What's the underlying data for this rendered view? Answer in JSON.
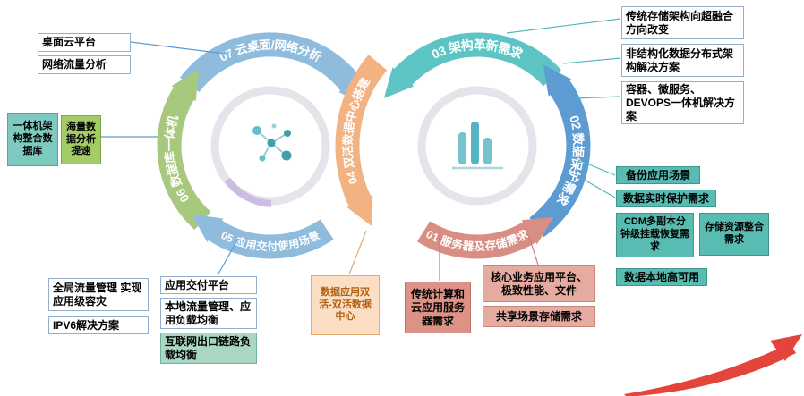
{
  "arcs": {
    "a01": {
      "label": "01 服务器及存储需求",
      "color": "#D98E83"
    },
    "a02": {
      "label": "02 数据保护需求",
      "color": "#5D9BD3"
    },
    "a03": {
      "label": "03 架构革新需求",
      "color": "#5CC4C4"
    },
    "a04": {
      "label": "04 双活数据中心搭建",
      "color": "#F2B282"
    },
    "a05": {
      "label": "05 应用交付使用场景",
      "color": "#8FBCDC"
    },
    "a06": {
      "label": "06 数据库一体机",
      "color": "#A8C87E"
    },
    "a07": {
      "label": "07 云桌面/网络分析",
      "color": "#8FBCDC"
    }
  },
  "boxes": {
    "desktop_cloud": "桌面云平台",
    "network_traffic": "网络流量分析",
    "aio_architecture": "一体机架构整合数据库",
    "mass_data_analysis": "海量数据分析提速",
    "global_traffic": "全局流量管理 实现应用级容灾",
    "ipv6": "IPV6解决方案",
    "app_delivery": "应用交付平台",
    "local_traffic": "本地流量管理、应用负载均衡",
    "internet_link_lb": "互联网出口链路负载均衡",
    "dual_active_dc": "数据应用双活-双活数据中心",
    "traditional_cloud_server": "传统计算和云应用服务器需求",
    "core_business": "核心业务应用平台、极致性能、文件",
    "shared_storage": "共享场景存储需求",
    "hyper_converged": "传统存储架构向超融合方向改变",
    "unstructured_distributed": "非结构化数据分布式架构解决方案",
    "container_devops": "容器、微服务、DEVOPS一体机解决方案",
    "backup_scenario": "备份应用场景",
    "realtime_protection": "数据实时保护需求",
    "cdm_recovery": "CDM多副本分钟级挂载恢复需求",
    "storage_consolidation": "存储资源整合需求",
    "local_ha": "数据本地高可用"
  },
  "accent": {
    "swoosh_red": "#E3453C"
  }
}
